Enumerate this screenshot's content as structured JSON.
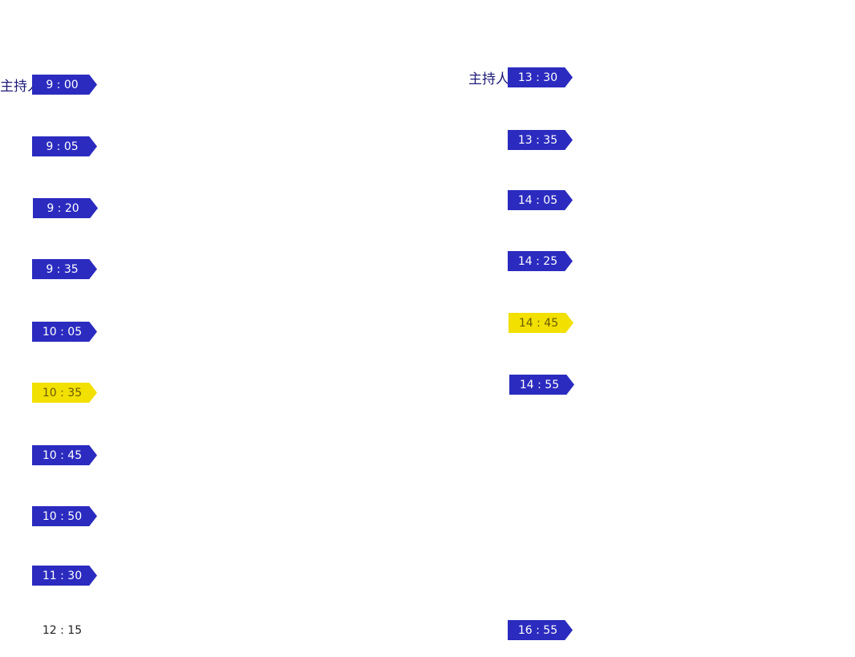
{
  "left_column": {
    "host_label": "主持人",
    "times": [
      "9 : 00",
      "9 : 05",
      "9 : 20",
      "9 : 35",
      "10 : 05",
      "10 : 35",
      "10 : 45",
      "10 : 50",
      "11 : 30",
      "12 : 15"
    ]
  },
  "right_column": {
    "host_label": "主持人",
    "times": [
      "13 : 30",
      "13 : 35",
      "14 : 05",
      "14 : 25",
      "14 : 45",
      "14 : 55",
      "16 : 55"
    ]
  },
  "colors": {
    "tag_blue": "#2b2bc0",
    "tag_yellow": "#f2e000",
    "host_text": "#1e1b78"
  }
}
